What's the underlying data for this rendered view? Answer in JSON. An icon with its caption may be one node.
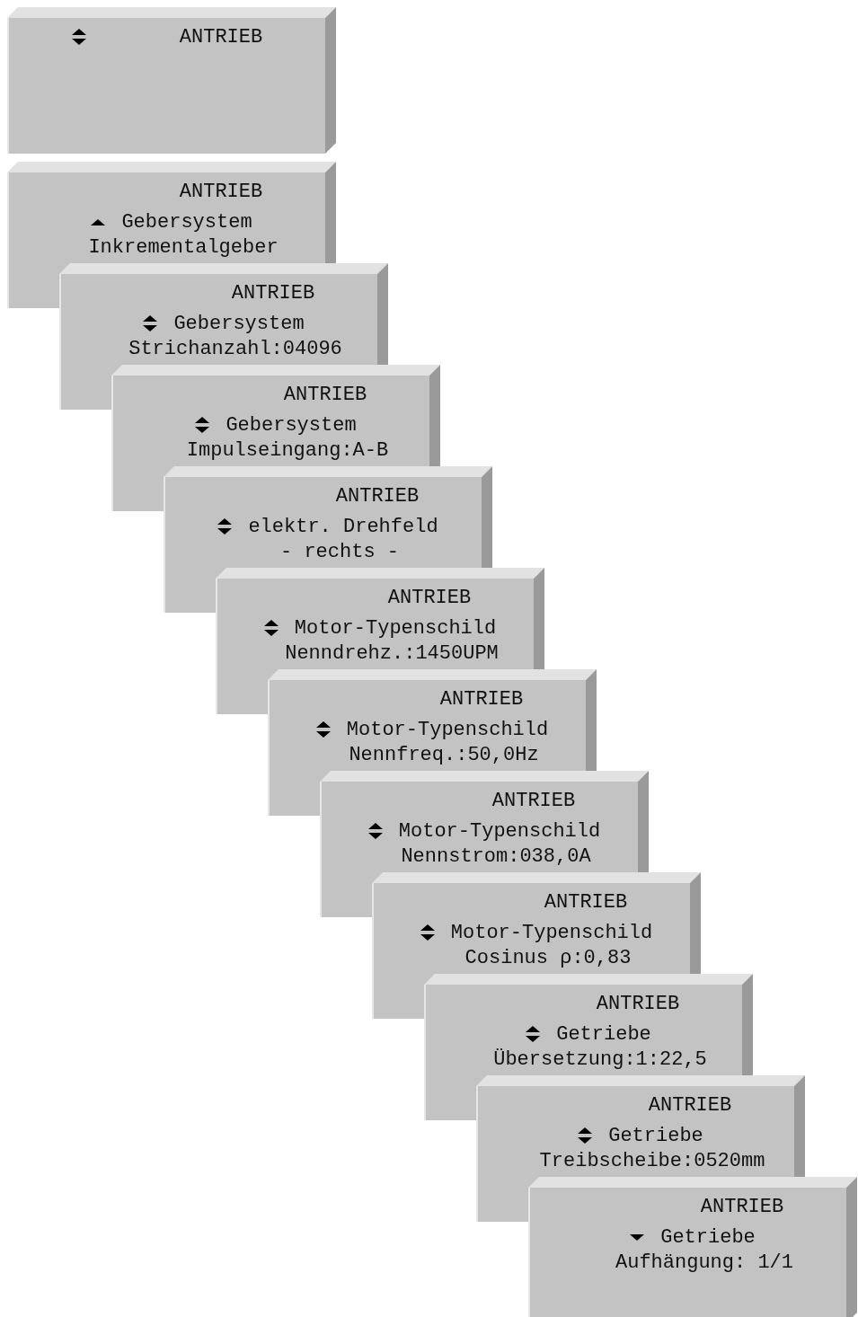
{
  "diagram": {
    "nodes": [
      {
        "text": [
          "ANTRIEB"
        ]
      },
      {
        "text": [
          "ANTRIEB",
          "Gebersystem",
          "Inkrementalgeber"
        ]
      },
      {
        "text": [
          "ANTRIEB",
          "Gebersystem",
          "Strichanzahl:04096"
        ]
      },
      {
        "text": [
          "ANTRIEB",
          "Gebersystem",
          "Impulseingang:A-B"
        ]
      },
      {
        "text": [
          "ANTRIEB",
          "elektr. Drehfeld",
          "- rechts -"
        ]
      },
      {
        "text": [
          "ANTRIEB",
          "Motor-Typenschild",
          "Nenndrehz.:1450UPM"
        ]
      },
      {
        "text": [
          "ANTRIEB",
          "Motor-Typenschild",
          "Nennfreq.:50,0Hz"
        ]
      },
      {
        "text": [
          "ANTRIEB",
          "Motor-Typenschild",
          "Nennstrom:038,0A"
        ]
      },
      {
        "text": [
          "ANTRIEB",
          "Motor-Typenschild",
          "Cosinus ρ:0,83"
        ]
      },
      {
        "text": [
          "ANTRIEB",
          "Getriebe",
          "Übersetzung:1:22,5"
        ]
      },
      {
        "text": [
          "ANTRIEB",
          "Getriebe",
          "Treibscheibe:0520mm"
        ]
      },
      {
        "text": [
          "ANTRIEB",
          "Getriebe",
          "Aufhängung: 1/1"
        ]
      }
    ]
  }
}
